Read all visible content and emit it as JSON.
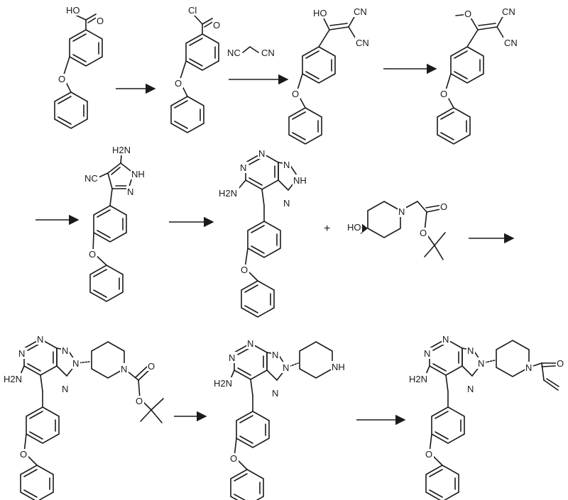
{
  "colors": {
    "ink": "#1a1a1a",
    "background": "#ffffff"
  },
  "reagents": {
    "malononitrile": {
      "left": "NC",
      "right": "CN"
    }
  },
  "plus_sign": "+",
  "atoms": {
    "O": "O",
    "OH_left": "HO",
    "Cl": "Cl",
    "CN": "CN",
    "NC": "NC",
    "NH2_left": "H2N",
    "NH2_top": "H2N",
    "N": "N",
    "NH": "NH",
    "HN_ring": "NH"
  }
}
